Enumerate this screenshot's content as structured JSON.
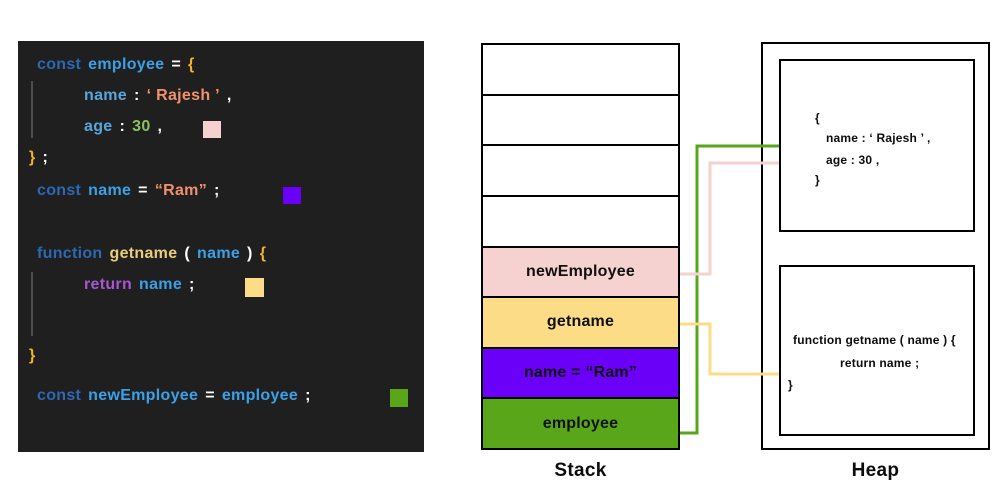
{
  "colors": {
    "panel_bg": "#1f1f1f",
    "guide": "#4d4d4d",
    "keyword": "#2c68b4",
    "ident": "#3ba0e8",
    "prop": "#58a6dc",
    "string": "#f2916d",
    "number": "#8fc05f",
    "brace": "#f0b42c",
    "funcname": "#e9cd7c",
    "returnkw": "#a757cf",
    "punct": "#ffffff",
    "pink": "#f5d2d0",
    "yellow": "#fcdc86",
    "purple": "#6b00f8",
    "green": "#5aa61b"
  },
  "code_panel": {
    "lines": {
      "l1": {
        "kw": "const",
        "id": "employee",
        "eq": "=",
        "brace": "{"
      },
      "l2": {
        "prop": "name",
        "colon": ":",
        "str": "‘ Rajesh ’",
        "comma": ","
      },
      "l3": {
        "prop": "age",
        "colon": ":",
        "num": "30",
        "comma": ","
      },
      "l4": {
        "brace": "}",
        "semi": ";"
      },
      "l5": {
        "kw": "const",
        "id": "name",
        "eq": "=",
        "str": "“Ram”",
        "semi": ";"
      },
      "l6": {
        "kw": "function",
        "fn": "getname",
        "lp": "(",
        "id": "name",
        "rp": ")",
        "brace": "{"
      },
      "l7": {
        "ret": "return",
        "id": "name",
        "semi": ";"
      },
      "l8": {
        "brace": "}"
      },
      "l9": {
        "kw": "const",
        "id": "newEmployee",
        "eq": "=",
        "id2": "employee",
        "semi": ";"
      }
    }
  },
  "stack": {
    "label": "Stack",
    "cells": [
      {
        "label": ""
      },
      {
        "label": ""
      },
      {
        "label": ""
      },
      {
        "label": ""
      },
      {
        "label": "newEmployee"
      },
      {
        "label": "getname"
      },
      {
        "label": "name = “Ram”"
      },
      {
        "label": "employee"
      }
    ]
  },
  "heap": {
    "label": "Heap",
    "object_box": {
      "open": "{",
      "name_line": "name : ‘ Rajesh ’ ,",
      "age_line": "age : 30 ,",
      "close": "}"
    },
    "function_box": {
      "signature": "function getname ( name ) {",
      "body": "return name ;",
      "close": "}"
    }
  }
}
